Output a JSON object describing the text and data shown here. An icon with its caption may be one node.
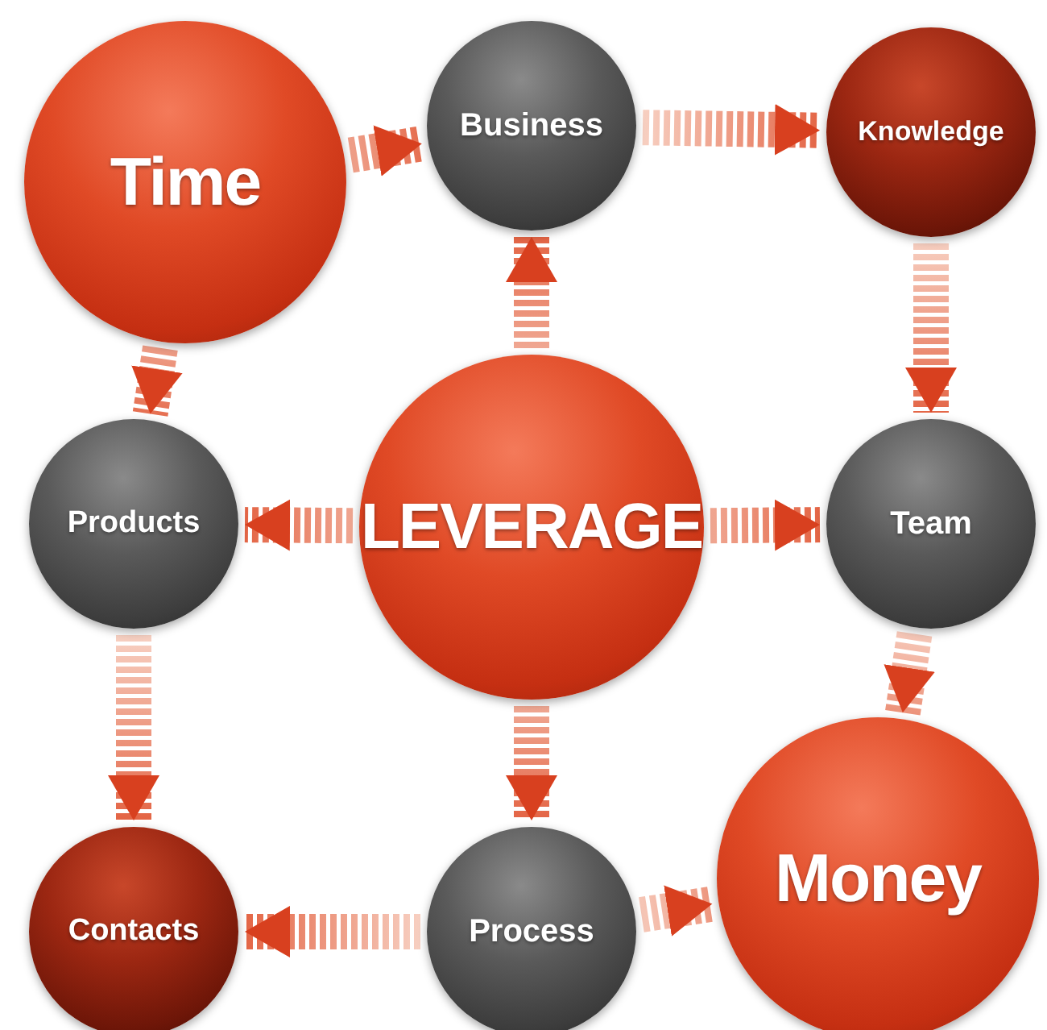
{
  "diagram": {
    "nodes": [
      {
        "text": [
          "Time"
        ]
      },
      {
        "text": [
          "Business"
        ]
      },
      {
        "text": [
          "Knowledge"
        ]
      },
      {
        "text": [
          "Products"
        ]
      },
      {
        "text": [
          "LEVERAGE"
        ]
      },
      {
        "text": [
          "Team"
        ]
      },
      {
        "text": [
          "Contacts"
        ]
      },
      {
        "text": [
          "Process"
        ]
      },
      {
        "text": [
          "Money"
        ]
      }
    ],
    "edges": [
      {
        "from": 0,
        "to": 1,
        "arrow": "to"
      },
      {
        "from": 1,
        "to": 2,
        "arrow": "to"
      },
      {
        "from": 0,
        "to": 3,
        "arrow": "to"
      },
      {
        "from": 2,
        "to": 5,
        "arrow": "to"
      },
      {
        "from": 4,
        "to": 1,
        "arrow": "to"
      },
      {
        "from": 4,
        "to": 3,
        "arrow": "to"
      },
      {
        "from": 4,
        "to": 5,
        "arrow": "to"
      },
      {
        "from": 4,
        "to": 7,
        "arrow": "to"
      },
      {
        "from": 5,
        "to": 8,
        "arrow": "to"
      },
      {
        "from": 3,
        "to": 6,
        "arrow": "to"
      },
      {
        "from": 7,
        "to": 6,
        "arrow": "to"
      },
      {
        "from": 7,
        "to": 8,
        "arrow": "to"
      }
    ]
  }
}
